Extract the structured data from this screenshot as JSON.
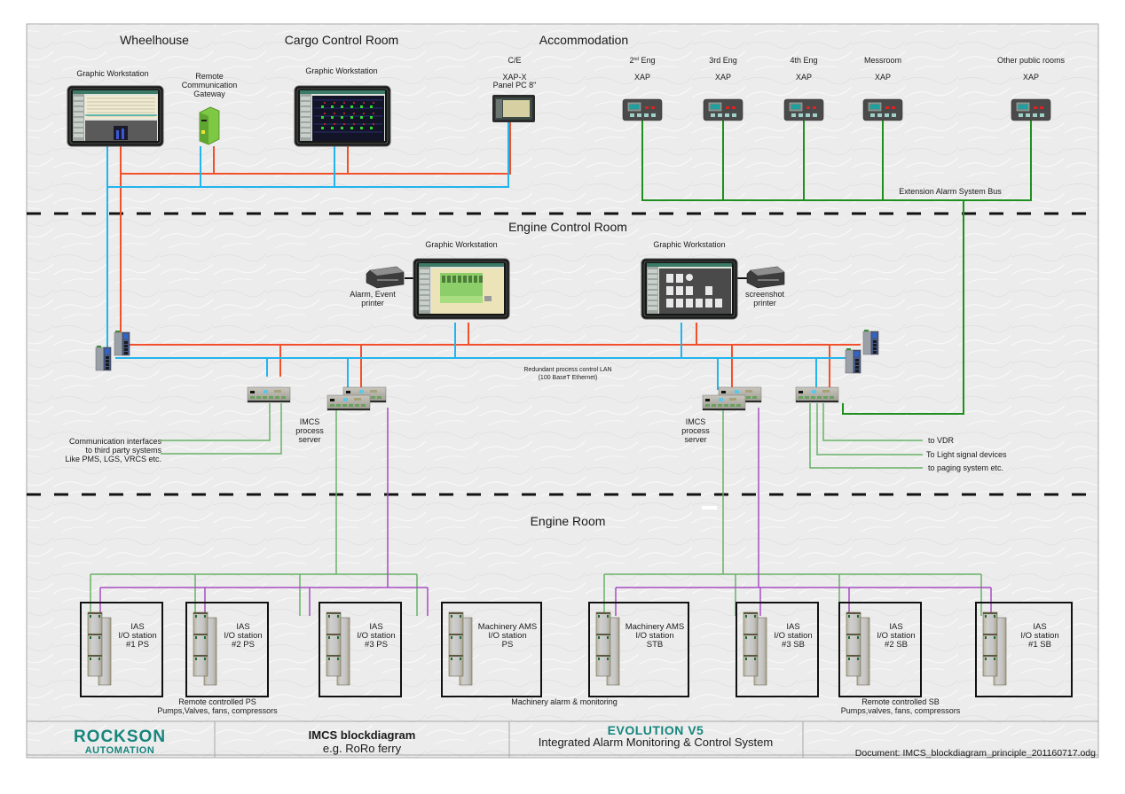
{
  "colors": {
    "lan_red": "#f2502a",
    "lan_blue": "#22b4ec",
    "bus_green": "#1f8f1f",
    "io_green": "#66b266",
    "io_purple": "#a54cc0",
    "brand_teal": "#16857d",
    "background": "#ececec"
  },
  "zones": {
    "wheelhouse": "Wheelhouse",
    "cargo_control_room": "Cargo Control Room",
    "accommodation": "Accommodation",
    "engine_control_room": "Engine Control Room",
    "engine_room": "Engine Room"
  },
  "wheelhouse": {
    "workstation_label": "Graphic Workstation",
    "gateway_label": [
      "Remote",
      "Communication",
      "Gateway"
    ]
  },
  "cargo": {
    "workstation_label": "Graphic Workstation"
  },
  "accommodation": {
    "ce_label": "C/E",
    "ce_device": [
      "XAP-X",
      "Panel PC 8\""
    ],
    "panels": [
      {
        "room": "2nd Eng",
        "device": "XAP"
      },
      {
        "room": "3rd Eng",
        "device": "XAP"
      },
      {
        "room": "4th Eng",
        "device": "XAP"
      },
      {
        "room": "Messroom",
        "device": "XAP"
      },
      {
        "room": "Other public rooms",
        "device": "XAP"
      }
    ],
    "bus_label": "Extension Alarm System Bus"
  },
  "ecr": {
    "workstation_left_label": "Graphic Workstation",
    "workstation_right_label": "Graphic Workstation",
    "printer_left_label": [
      "Alarm, Event",
      "printer"
    ],
    "printer_right_label": [
      "screenshot",
      "printer"
    ],
    "lan_label": [
      "Redundant process control LAN",
      "(100 BaseT Ethernet)"
    ],
    "server_left_label": [
      "IMCS",
      "process",
      "server"
    ],
    "server_right_label": [
      "IMCS",
      "process",
      "server"
    ],
    "comm_interfaces": [
      "Communication interfaces",
      "to third party systems",
      "Like PMS, LGS, VRCS etc."
    ],
    "outputs": [
      "to VDR",
      "To  Light signal devices",
      "to paging system etc."
    ]
  },
  "engine_room": {
    "stations": [
      {
        "lines": [
          "IAS",
          "I/O station",
          "#1 PS"
        ]
      },
      {
        "lines": [
          "IAS",
          "I/O station",
          "#2 PS"
        ]
      },
      {
        "lines": [
          "IAS",
          "I/O station",
          "#3 PS"
        ]
      },
      {
        "lines": [
          "Machinery AMS",
          "I/O station",
          "PS"
        ]
      },
      {
        "lines": [
          "Machinery AMS",
          "I/O station",
          "STB"
        ]
      },
      {
        "lines": [
          "IAS",
          "I/O station",
          "#3 SB"
        ]
      },
      {
        "lines": [
          "IAS",
          "I/O station",
          "#2 SB"
        ]
      },
      {
        "lines": [
          "IAS",
          "I/O station",
          "#1 SB"
        ]
      }
    ],
    "group_ps": [
      "Remote controlled PS",
      "Pumps,Valves, fans, compressors"
    ],
    "group_ams": "Machinery alarm & monitoring",
    "group_sb": [
      "Remote controlled SB",
      "Pumps,valves, fans, compressors"
    ]
  },
  "footer": {
    "brand_top": "ROCKSON",
    "brand_bottom": "AUTOMATION",
    "title": "IMCS  blockdiagram",
    "subtitle": "e.g. RoRo ferry",
    "product": "EVOLUTION V5",
    "product_sub": "Integrated Alarm Monitoring & Control System",
    "document": "Document: IMCS_blockdiagram_principle_201160717.odg"
  }
}
